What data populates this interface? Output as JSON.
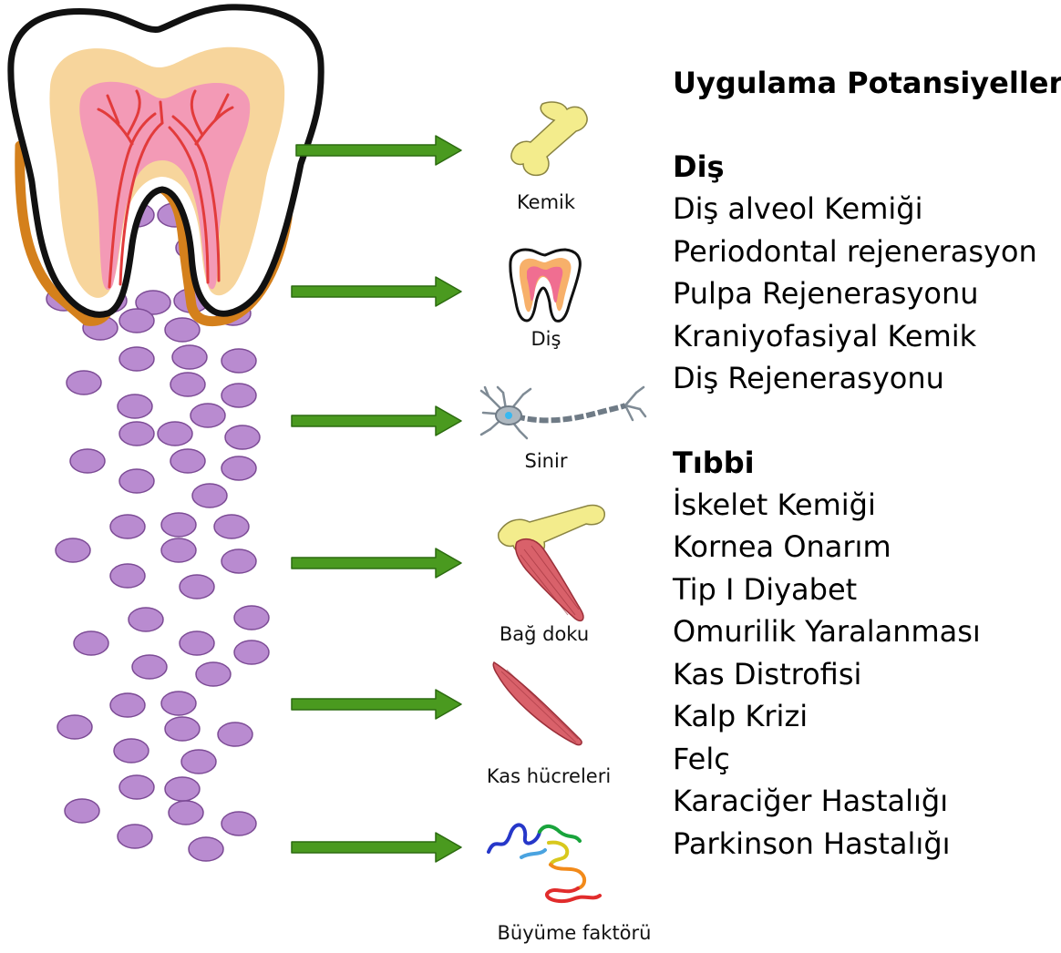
{
  "panel": {
    "title": "Uygulama Potansiyelleri",
    "sections": [
      {
        "title": "Diş",
        "items": [
          "Diş alveol Kemiği",
          "Periodontal rejenerasyon",
          "Pulpa Rejenerasyonu",
          "Kraniyofasiyal Kemik",
          "Diş Rejenerasyonu"
        ]
      },
      {
        "title": "Tıbbi",
        "items": [
          "İskelet Kemiği",
          "Kornea Onarım",
          "Tip I Diyabet",
          "Omurilik Yaralanması",
          "Kas Distrofisi",
          "Kalp Krizi",
          "Felç",
          "Karaciğer Hastalığı",
          "Parkinson Hastalığı"
        ]
      }
    ]
  },
  "outcomes": [
    {
      "label": "Kemik",
      "icon": "bone-icon"
    },
    {
      "label": "Diş",
      "icon": "tooth-icon"
    },
    {
      "label": "Sinir",
      "icon": "nerve-cell-icon"
    },
    {
      "label": "Bağ doku",
      "icon": "connective-tissue-icon"
    },
    {
      "label": "Kas hücreleri",
      "icon": "muscle-cell-icon"
    },
    {
      "label": "Büyüme faktörü",
      "icon": "growth-factor-protein-icon"
    }
  ],
  "colors": {
    "arrow": "#4a9a1f",
    "arrow_outline": "#2c6b10",
    "stem_cell": "#b98bd0",
    "stem_cell_outline": "#7c4b95",
    "enamel_outline": "#111111",
    "dentin": "#f7d59c",
    "pulp": "#f39ab6",
    "vessel": "#e23b3b",
    "gum": "#d4801c",
    "bone": "#f3ec8c",
    "muscle": "#d9616a"
  }
}
